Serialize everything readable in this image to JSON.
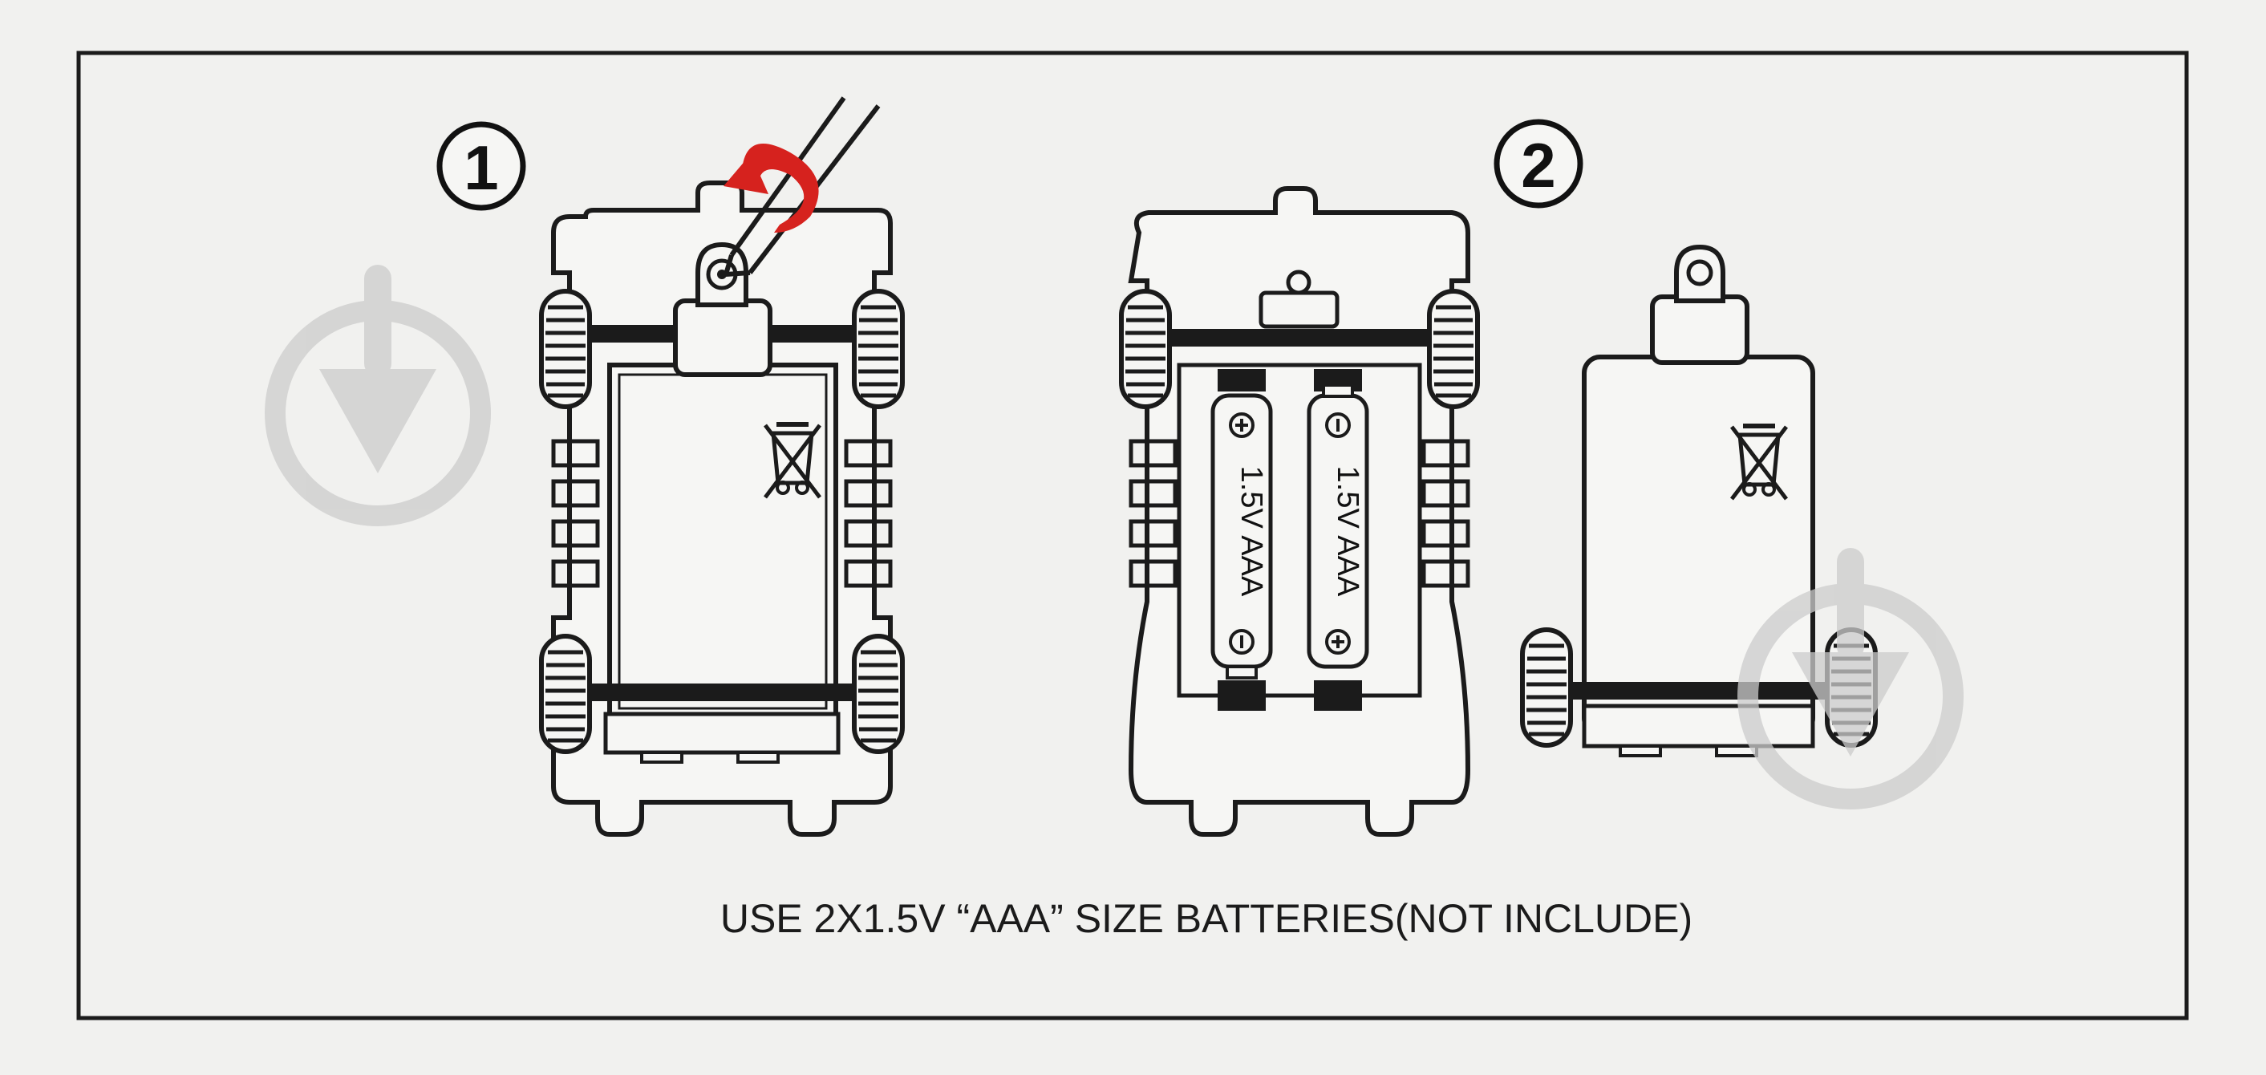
{
  "steps": [
    {
      "number": "1"
    },
    {
      "number": "2"
    }
  ],
  "battery_label": "1.5V AAA",
  "caption": "USE 2X1.5V “AAA” SIZE BATTERIES(NOT INCLUDE)",
  "colors": {
    "background": "#f1f1ef",
    "line": "#1b1b1b",
    "arrow": "#d6221e",
    "watermark": "#cccccc"
  },
  "icons": [
    "download-watermark-icon",
    "screwdriver-icon",
    "rotate-arrow-icon",
    "weee-bin-icon"
  ]
}
